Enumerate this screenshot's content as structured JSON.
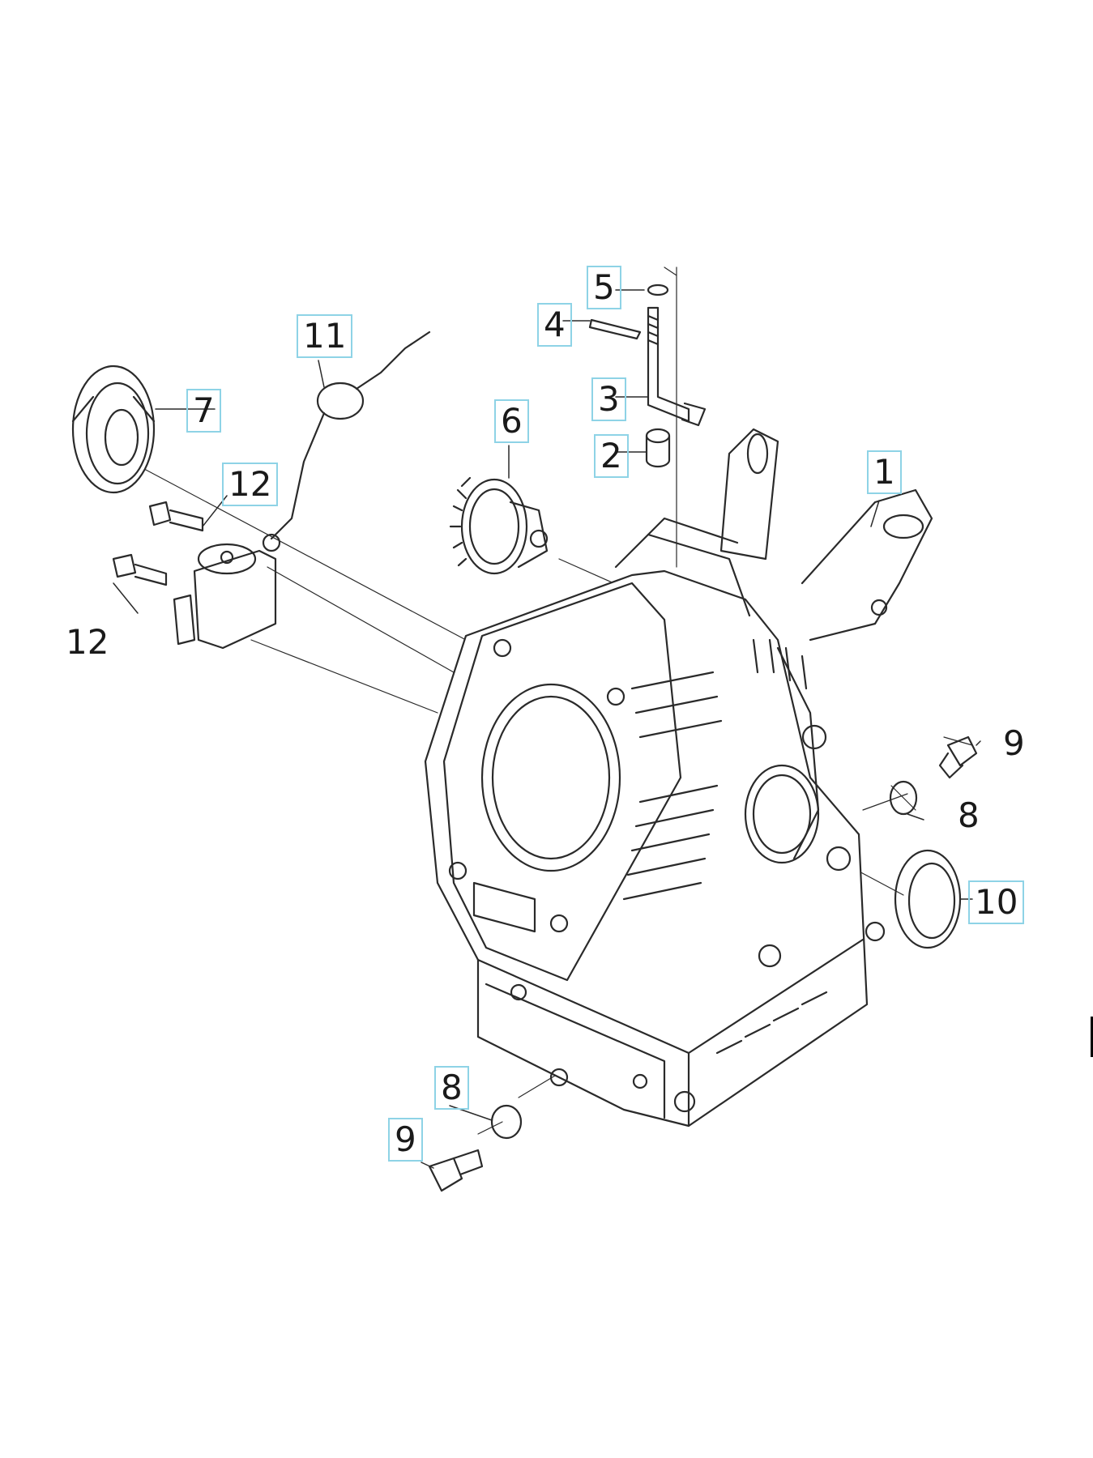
{
  "labels": [
    {
      "text": "1",
      "boxed": true
    },
    {
      "text": "2",
      "boxed": true
    },
    {
      "text": "3",
      "boxed": true
    },
    {
      "text": "4",
      "boxed": true
    },
    {
      "text": "5",
      "boxed": true
    },
    {
      "text": "6",
      "boxed": true
    },
    {
      "text": "7",
      "boxed": true
    },
    {
      "text": "8",
      "boxed": false
    },
    {
      "text": "8",
      "boxed": true
    },
    {
      "text": "9",
      "boxed": false
    },
    {
      "text": "9",
      "boxed": true
    },
    {
      "text": "10",
      "boxed": true
    },
    {
      "text": "11",
      "boxed": true
    },
    {
      "text": "12",
      "boxed": true
    },
    {
      "text": "12",
      "boxed": false
    }
  ],
  "colors": {
    "line": "#2a2a2a",
    "label_box": "#8ed3e6",
    "background": "#ffffff"
  }
}
